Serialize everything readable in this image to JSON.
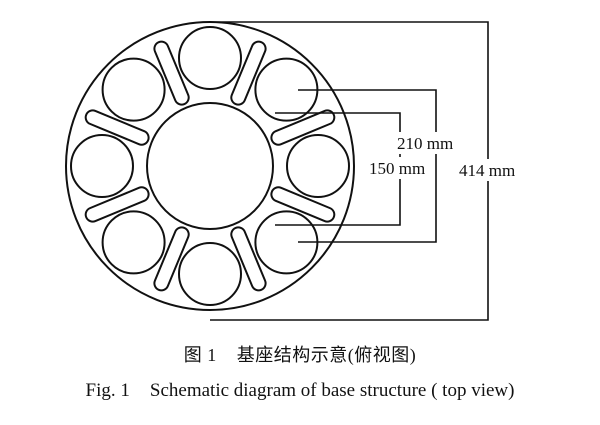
{
  "colors": {
    "stroke": "#111111",
    "background": "#ffffff"
  },
  "dimensions": {
    "inner": "150 mm",
    "middle": "210 mm",
    "outer": "414 mm"
  },
  "caption": {
    "cn_label": "图 1",
    "cn_text": "基座结构示意(俯视图)",
    "en_label": "Fig. 1",
    "en_text": "Schematic diagram of base structure ( top view)"
  }
}
